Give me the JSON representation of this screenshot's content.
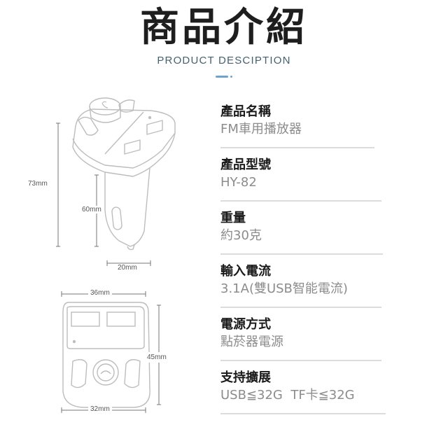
{
  "header": {
    "title": "商品介紹",
    "subtitle": "PRODUCT DESCIPTION",
    "accent_color": "#6fa3cf"
  },
  "diagram": {
    "side_view": {
      "height_total": "73mm",
      "height_plug": "60mm",
      "width_plug": "20mm"
    },
    "top_view": {
      "width_top": "36mm",
      "width_bottom": "32mm",
      "height": "45mm"
    },
    "icons": [
      "phone-button-icon",
      "usb-port-icon",
      "led-indicator-icon"
    ]
  },
  "specs": [
    {
      "label": "產品名稱",
      "value": "FM車用播放器"
    },
    {
      "label": "產品型號",
      "value": "HY-82"
    },
    {
      "label": "重量",
      "value": "約30克"
    },
    {
      "label": "輸入電流",
      "value": "3.1A(雙USB智能電流)"
    },
    {
      "label": "電源方式",
      "value": "點菸器電源"
    },
    {
      "label": "支持擴展",
      "value": "USB≦32G  TF卡≦32G"
    }
  ]
}
